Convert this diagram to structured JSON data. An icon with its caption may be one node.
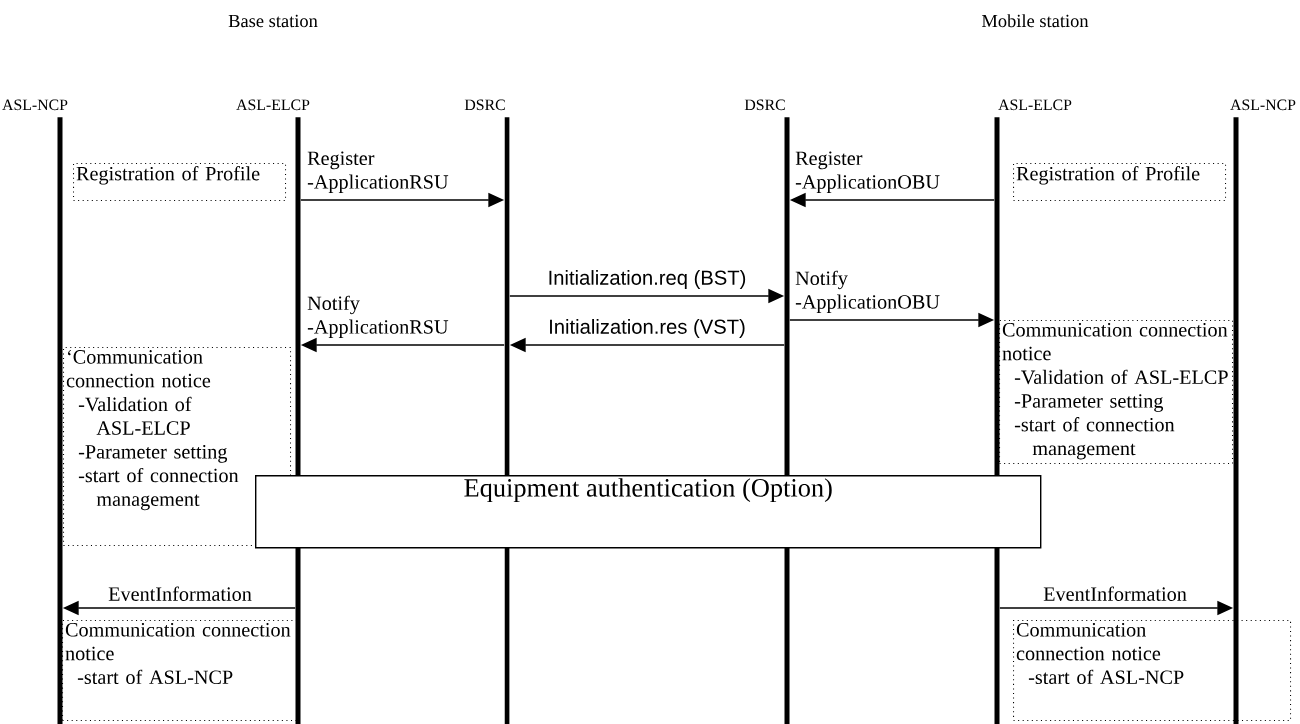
{
  "diagram": {
    "nodes": [
      {
        "text": [
          "ASL-NCP"
        ]
      },
      {
        "text": [
          "ASL-ELCP"
        ]
      },
      {
        "text": [
          "DSRC"
        ]
      },
      {
        "text": [
          "DSRC"
        ]
      },
      {
        "text": [
          "ASL-ELCP"
        ]
      },
      {
        "text": [
          "ASL-NCP"
        ]
      },
      {
        "text": [
          "Registration of Profile"
        ]
      },
      {
        "text": [
          "Registration of Profile"
        ]
      },
      {
        "text": [
          "‘Communication connection notice",
          "-Validation of ASL-ELCP",
          "-Parameter setting",
          "-start of connection management"
        ]
      },
      {
        "text": [
          "Communication connection notice",
          "-Validation of ASL-ELCP",
          "-Parameter setting",
          "-start of connection management"
        ]
      },
      {
        "text": [
          "Equipment authentication (Option)"
        ]
      },
      {
        "text": [
          "Communication connection notice",
          "-start of ASL-NCP"
        ]
      },
      {
        "text": [
          "Communication connection notice",
          "-start of ASL-NCP"
        ]
      }
    ],
    "edges": [
      {
        "from": 1,
        "to": 2,
        "arrow": "to",
        "label": "Register -ApplicationRSU"
      },
      {
        "from": 4,
        "to": 3,
        "arrow": "to",
        "label": "Register -ApplicationOBU"
      },
      {
        "from": 2,
        "to": 3,
        "arrow": "to",
        "label": "Initialization.req (BST)"
      },
      {
        "from": 3,
        "to": 4,
        "arrow": "to",
        "label": "Notify -ApplicationOBU"
      },
      {
        "from": 3,
        "to": 2,
        "arrow": "to",
        "label": "Initialization.res (VST)"
      },
      {
        "from": 2,
        "to": 1,
        "arrow": "to",
        "label": "Notify -ApplicationRSU"
      },
      {
        "from": 1,
        "to": 0,
        "arrow": "to",
        "label": "EventInformation"
      },
      {
        "from": 4,
        "to": 5,
        "arrow": "to",
        "label": "EventInformation"
      }
    ],
    "labels": [
      "Base station",
      "Mobile station"
    ]
  }
}
